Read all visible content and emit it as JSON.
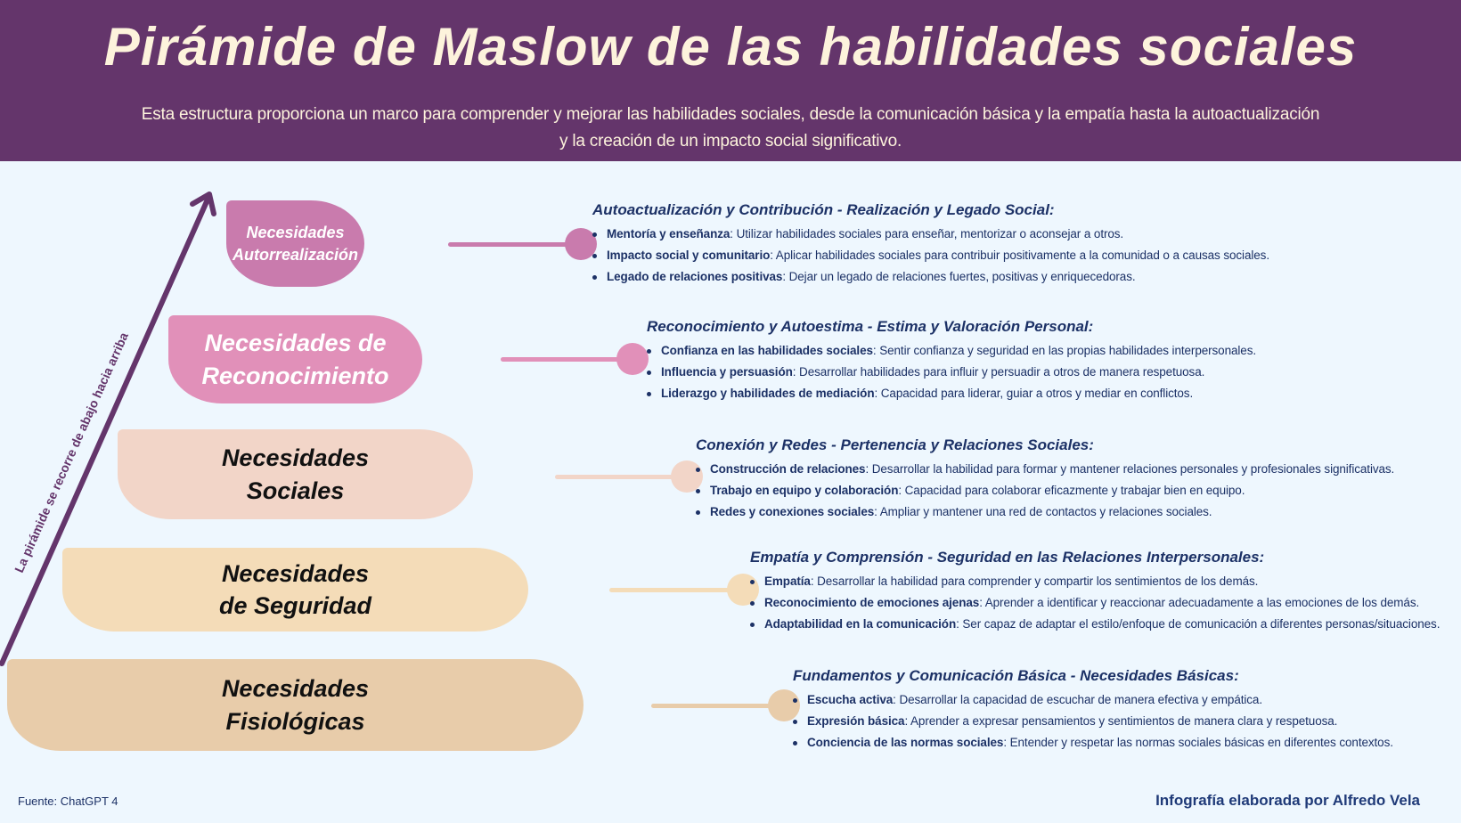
{
  "header": {
    "title": "Pirámide de Maslow de las habilidades sociales",
    "subtitle_line1": "Esta estructura proporciona un marco para comprender y mejorar las habilidades sociales, desde la comunicación básica y la empatía hasta la autoactualización",
    "subtitle_line2": "y la creación de un impacto social significativo."
  },
  "arrow_label": "La pirámide se recorre de abajo hacia arriba",
  "levels": [
    {
      "line1": "Necesidades",
      "line2": "Autorrealización",
      "color": "#c97bad",
      "heading": "Autoactualización y Contribución - Realización y Legado Social:",
      "items": [
        {
          "b": "Mentoría y enseñanza",
          "t": ": Utilizar habilidades sociales para enseñar, mentorizar o aconsejar a otros."
        },
        {
          "b": "Impacto social y comunitario",
          "t": ": Aplicar habilidades sociales para contribuir positivamente a la comunidad o a causas sociales."
        },
        {
          "b": "Legado de relaciones positivas",
          "t": ": Dejar un legado de relaciones fuertes, positivas y enriquecedoras."
        }
      ]
    },
    {
      "line1": "Necesidades de",
      "line2": "Reconocimiento",
      "color": "#e190b9",
      "heading": "Reconocimiento y Autoestima - Estima y Valoración Personal:",
      "items": [
        {
          "b": "Confianza en las habilidades sociales",
          "t": ": Sentir confianza y seguridad en las propias habilidades interpersonales."
        },
        {
          "b": "Influencia y persuasión",
          "t": ": Desarrollar habilidades para influir y persuadir a otros de manera respetuosa."
        },
        {
          "b": "Liderazgo y habilidades de mediación",
          "t": ": Capacidad para liderar, guiar a otros y mediar en conflictos."
        }
      ]
    },
    {
      "line1": "Necesidades",
      "line2": "Sociales",
      "color": "#f2d5c8",
      "heading": "Conexión y Redes - Pertenencia y Relaciones Sociales:",
      "items": [
        {
          "b": "Construcción de relaciones",
          "t": ": Desarrollar la habilidad para formar y mantener relaciones personales y profesionales significativas."
        },
        {
          "b": "Trabajo en equipo y colaboración",
          "t": ": Capacidad para colaborar eficazmente y trabajar bien en equipo."
        },
        {
          "b": "Redes y conexiones sociales",
          "t": ": Ampliar y mantener una red de contactos y relaciones sociales."
        }
      ]
    },
    {
      "line1": "Necesidades",
      "line2": "de Seguridad",
      "color": "#f4dcb8",
      "heading": "Empatía y Comprensión - Seguridad en las Relaciones Interpersonales:",
      "items": [
        {
          "b": "Empatía",
          "t": ": Desarrollar la habilidad para comprender y compartir los sentimientos de los demás."
        },
        {
          "b": "Reconocimiento de emociones ajenas",
          "t": ": Aprender a identificar y reaccionar adecuadamente a las emociones de los demás."
        },
        {
          "b": "Adaptabilidad en la comunicación",
          "t": ": Ser capaz de adaptar el estilo/enfoque de comunicación a diferentes personas/situaciones."
        }
      ]
    },
    {
      "line1": "Necesidades",
      "line2": "Fisiológicas",
      "color": "#e8ccaa",
      "heading": "Fundamentos y Comunicación Básica - Necesidades Básicas:",
      "items": [
        {
          "b": "Escucha activa",
          "t": ": Desarrollar la capacidad de escuchar de manera efectiva y empática."
        },
        {
          "b": "Expresión básica",
          "t": ": Aprender a expresar pensamientos y sentimientos de manera clara y respetuosa."
        },
        {
          "b": "Conciencia de las normas sociales",
          "t": ": Entender y respetar las normas sociales básicas en diferentes contextos."
        }
      ]
    }
  ],
  "footer": {
    "source": "Fuente: ChatGPT 4",
    "credit": "Infografía elaborada por Alfredo Vela"
  }
}
